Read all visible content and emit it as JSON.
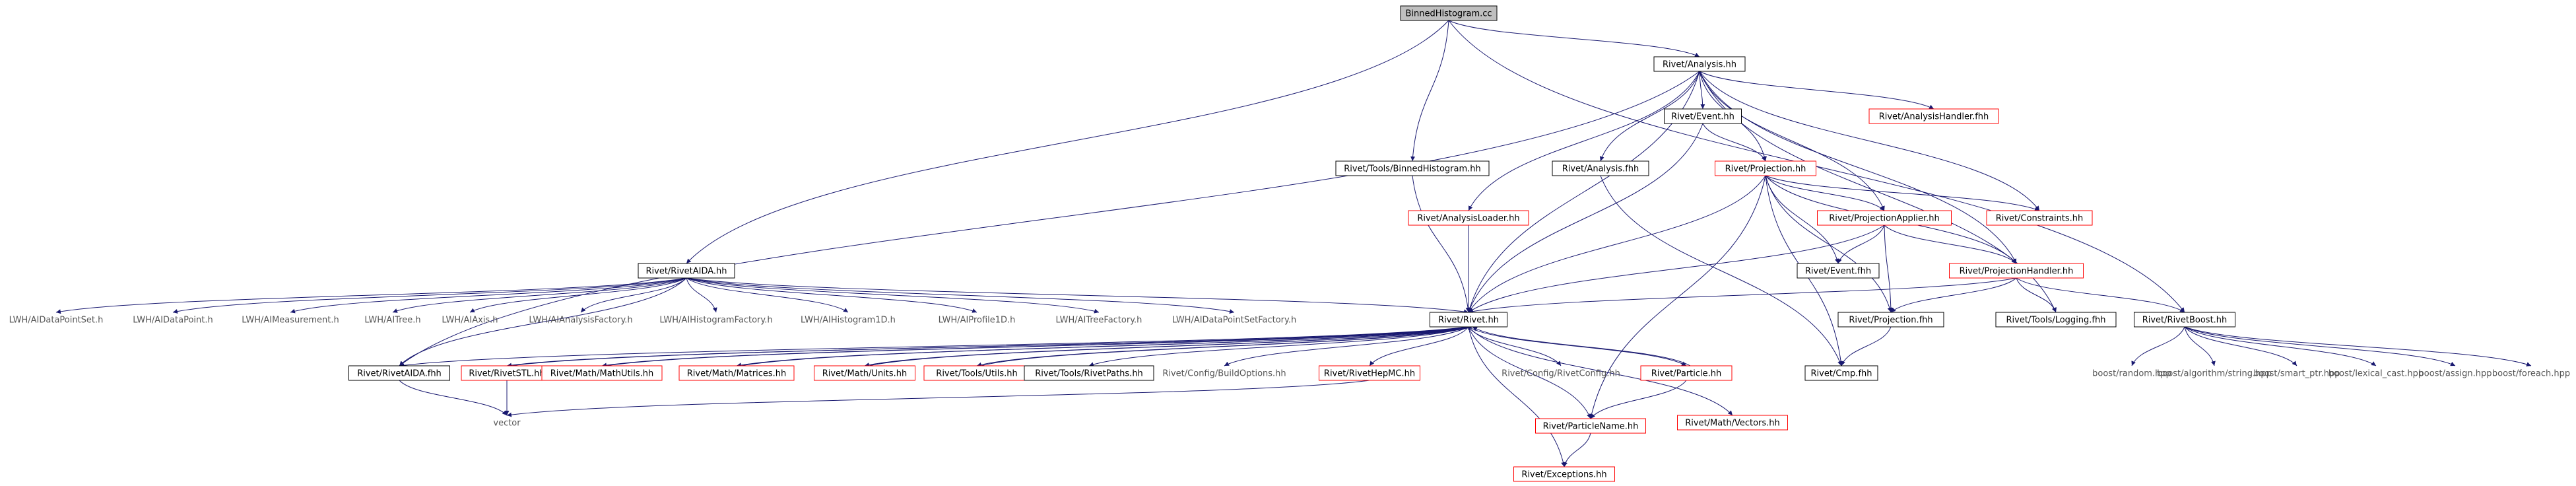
{
  "diagram": {
    "root": "BinnedHistogram.cc",
    "nodes": [
      {
        "id": "binned",
        "label": "BinnedHistogram.cc",
        "kind": "root"
      },
      {
        "id": "analysis_hh",
        "label": "Rivet/Analysis.hh",
        "kind": "doc"
      },
      {
        "id": "event_hh",
        "label": "Rivet/Event.hh",
        "kind": "doc"
      },
      {
        "id": "analysishandler_fhh",
        "label": "Rivet/AnalysisHandler.fhh",
        "kind": "ext"
      },
      {
        "id": "tools_binned",
        "label": "Rivet/Tools/BinnedHistogram.hh",
        "kind": "doc"
      },
      {
        "id": "analysis_fhh",
        "label": "Rivet/Analysis.fhh",
        "kind": "doc"
      },
      {
        "id": "projection_hh",
        "label": "Rivet/Projection.hh",
        "kind": "ext"
      },
      {
        "id": "analysisloader",
        "label": "Rivet/AnalysisLoader.hh",
        "kind": "ext"
      },
      {
        "id": "projapplier",
        "label": "Rivet/ProjectionApplier.hh",
        "kind": "ext"
      },
      {
        "id": "constraints",
        "label": "Rivet/Constraints.hh",
        "kind": "ext"
      },
      {
        "id": "event_fhh",
        "label": "Rivet/Event.fhh",
        "kind": "doc"
      },
      {
        "id": "rivetaida_hh",
        "label": "Rivet/RivetAIDA.hh",
        "kind": "doc"
      },
      {
        "id": "projhandler",
        "label": "Rivet/ProjectionHandler.hh",
        "kind": "ext"
      },
      {
        "id": "aidapointset",
        "label": "LWH/AIDataPointSet.h",
        "kind": "plain"
      },
      {
        "id": "aidapoint",
        "label": "LWH/AIDataPoint.h",
        "kind": "plain"
      },
      {
        "id": "aimeasurement",
        "label": "LWH/AIMeasurement.h",
        "kind": "plain"
      },
      {
        "id": "aitree",
        "label": "LWH/AITree.h",
        "kind": "plain"
      },
      {
        "id": "aiaxis",
        "label": "LWH/AIAxis.h",
        "kind": "plain"
      },
      {
        "id": "aianalysisfactory",
        "label": "LWH/AIAnalysisFactory.h",
        "kind": "plain"
      },
      {
        "id": "aihistfactory",
        "label": "LWH/AIHistogramFactory.h",
        "kind": "plain"
      },
      {
        "id": "aihist1d",
        "label": "LWH/AIHistogram1D.h",
        "kind": "plain"
      },
      {
        "id": "aiprofile1d",
        "label": "LWH/AIProfile1D.h",
        "kind": "plain"
      },
      {
        "id": "aitreefactory",
        "label": "LWH/AITreeFactory.h",
        "kind": "plain"
      },
      {
        "id": "aidpsfactory",
        "label": "LWH/AIDataPointSetFactory.h",
        "kind": "plain"
      },
      {
        "id": "rivet_hh",
        "label": "Rivet/Rivet.hh",
        "kind": "doc"
      },
      {
        "id": "projection_fhh",
        "label": "Rivet/Projection.fhh",
        "kind": "doc"
      },
      {
        "id": "toolslogging",
        "label": "Rivet/Tools/Logging.fhh",
        "kind": "doc"
      },
      {
        "id": "rivetboost",
        "label": "Rivet/RivetBoost.hh",
        "kind": "doc"
      },
      {
        "id": "rivetaida_fhh",
        "label": "Rivet/RivetAIDA.fhh",
        "kind": "doc"
      },
      {
        "id": "rivetstl",
        "label": "Rivet/RivetSTL.hh",
        "kind": "ext"
      },
      {
        "id": "mathutils",
        "label": "Rivet/Math/MathUtils.hh",
        "kind": "ext"
      },
      {
        "id": "matrices",
        "label": "Rivet/Math/Matrices.hh",
        "kind": "ext"
      },
      {
        "id": "units",
        "label": "Rivet/Math/Units.hh",
        "kind": "ext"
      },
      {
        "id": "toolsutils",
        "label": "Rivet/Tools/Utils.hh",
        "kind": "ext"
      },
      {
        "id": "rivetpaths",
        "label": "Rivet/Tools/RivetPaths.hh",
        "kind": "doc"
      },
      {
        "id": "buildoptions",
        "label": "Rivet/Config/BuildOptions.hh",
        "kind": "plain"
      },
      {
        "id": "rivethepmc",
        "label": "Rivet/RivetHepMC.hh",
        "kind": "ext"
      },
      {
        "id": "rivetconfig",
        "label": "Rivet/Config/RivetConfig.hh",
        "kind": "plain"
      },
      {
        "id": "particle_hh",
        "label": "Rivet/Particle.hh",
        "kind": "ext"
      },
      {
        "id": "cmp_fhh",
        "label": "Rivet/Cmp.fhh",
        "kind": "doc"
      },
      {
        "id": "vector",
        "label": "vector",
        "kind": "plain"
      },
      {
        "id": "particlename",
        "label": "Rivet/ParticleName.hh",
        "kind": "ext"
      },
      {
        "id": "mathvectors",
        "label": "Rivet/Math/Vectors.hh",
        "kind": "ext"
      },
      {
        "id": "exceptions",
        "label": "Rivet/Exceptions.hh",
        "kind": "ext"
      },
      {
        "id": "boostrandom",
        "label": "boost/random.hpp",
        "kind": "plain"
      },
      {
        "id": "booststring",
        "label": "boost/algorithm/string.hpp",
        "kind": "plain"
      },
      {
        "id": "boostsmartptr",
        "label": "boost/smart_ptr.hpp",
        "kind": "plain"
      },
      {
        "id": "boostlexical",
        "label": "boost/lexical_cast.hpp",
        "kind": "plain"
      },
      {
        "id": "boostassign",
        "label": "boost/assign.hpp",
        "kind": "plain"
      },
      {
        "id": "boostforeach",
        "label": "boost/foreach.hpp",
        "kind": "plain"
      }
    ],
    "edges": [
      [
        "binned",
        "analysis_hh"
      ],
      [
        "binned",
        "tools_binned"
      ],
      [
        "binned",
        "rivetaida_hh"
      ],
      [
        "binned",
        "rivetboost"
      ],
      [
        "analysis_hh",
        "event_hh"
      ],
      [
        "analysis_hh",
        "analysishandler_fhh"
      ],
      [
        "analysis_hh",
        "analysis_fhh"
      ],
      [
        "analysis_hh",
        "projection_hh"
      ],
      [
        "analysis_hh",
        "analysisloader"
      ],
      [
        "analysis_hh",
        "projapplier"
      ],
      [
        "analysis_hh",
        "constraints"
      ],
      [
        "analysis_hh",
        "projhandler"
      ],
      [
        "analysis_hh",
        "rivet_hh"
      ],
      [
        "analysis_hh",
        "toolslogging"
      ],
      [
        "analysis_hh",
        "rivetaida_fhh"
      ],
      [
        "event_hh",
        "projection_hh"
      ],
      [
        "event_hh",
        "rivet_hh"
      ],
      [
        "tools_binned",
        "rivet_hh"
      ],
      [
        "analysis_fhh",
        "cmp_fhh"
      ],
      [
        "analysisloader",
        "rivet_hh"
      ],
      [
        "projection_hh",
        "projapplier"
      ],
      [
        "projection_hh",
        "constraints"
      ],
      [
        "projection_hh",
        "event_fhh"
      ],
      [
        "projection_hh",
        "projhandler"
      ],
      [
        "projection_hh",
        "rivet_hh"
      ],
      [
        "projection_hh",
        "projection_fhh"
      ],
      [
        "projection_hh",
        "cmp_fhh"
      ],
      [
        "projection_hh",
        "particlename"
      ],
      [
        "projapplier",
        "event_fhh"
      ],
      [
        "projapplier",
        "projhandler"
      ],
      [
        "projapplier",
        "rivet_hh"
      ],
      [
        "projapplier",
        "projection_fhh"
      ],
      [
        "projhandler",
        "rivet_hh"
      ],
      [
        "projhandler",
        "projection_fhh"
      ],
      [
        "projhandler",
        "toolslogging"
      ],
      [
        "projhandler",
        "rivetboost"
      ],
      [
        "projection_fhh",
        "cmp_fhh"
      ],
      [
        "rivetaida_hh",
        "aidapointset"
      ],
      [
        "rivetaida_hh",
        "aidapoint"
      ],
      [
        "rivetaida_hh",
        "aimeasurement"
      ],
      [
        "rivetaida_hh",
        "aitree"
      ],
      [
        "rivetaida_hh",
        "aiaxis"
      ],
      [
        "rivetaida_hh",
        "aianalysisfactory"
      ],
      [
        "rivetaida_hh",
        "aihistfactory"
      ],
      [
        "rivetaida_hh",
        "aihist1d"
      ],
      [
        "rivetaida_hh",
        "aiprofile1d"
      ],
      [
        "rivetaida_hh",
        "aitreefactory"
      ],
      [
        "rivetaida_hh",
        "aidpsfactory"
      ],
      [
        "rivetaida_hh",
        "rivet_hh"
      ],
      [
        "rivetaida_hh",
        "rivetaida_fhh"
      ],
      [
        "rivet_hh",
        "rivetaida_fhh"
      ],
      [
        "rivet_hh",
        "rivetstl"
      ],
      [
        "rivet_hh",
        "mathutils"
      ],
      [
        "rivet_hh",
        "matrices"
      ],
      [
        "rivet_hh",
        "units"
      ],
      [
        "rivet_hh",
        "toolsutils"
      ],
      [
        "rivet_hh",
        "rivetpaths"
      ],
      [
        "rivet_hh",
        "buildoptions"
      ],
      [
        "rivet_hh",
        "rivethepmc"
      ],
      [
        "rivet_hh",
        "rivetconfig"
      ],
      [
        "rivet_hh",
        "particle_hh"
      ],
      [
        "rivet_hh",
        "particlename"
      ],
      [
        "rivet_hh",
        "mathvectors"
      ],
      [
        "rivet_hh",
        "exceptions"
      ],
      [
        "mathutils",
        "rivet_hh"
      ],
      [
        "matrices",
        "rivet_hh"
      ],
      [
        "units",
        "rivet_hh"
      ],
      [
        "toolsutils",
        "rivet_hh"
      ],
      [
        "particle_hh",
        "rivet_hh"
      ],
      [
        "rivetstl",
        "rivet_hh"
      ],
      [
        "rivetaida_fhh",
        "vector"
      ],
      [
        "rivetstl",
        "vector"
      ],
      [
        "rivethepmc",
        "vector"
      ],
      [
        "particle_hh",
        "particlename"
      ],
      [
        "particlename",
        "exceptions"
      ],
      [
        "rivetboost",
        "boostrandom"
      ],
      [
        "rivetboost",
        "booststring"
      ],
      [
        "rivetboost",
        "boostsmartptr"
      ],
      [
        "rivetboost",
        "boostlexical"
      ],
      [
        "rivetboost",
        "boostassign"
      ],
      [
        "rivetboost",
        "boostforeach"
      ]
    ],
    "colors": {
      "edge": "#191970",
      "doc_border": "#000000",
      "ext_border": "#ff0000",
      "plain_text": "#555555",
      "root_fill": "#bfbfbf",
      "text": "#000000"
    }
  }
}
